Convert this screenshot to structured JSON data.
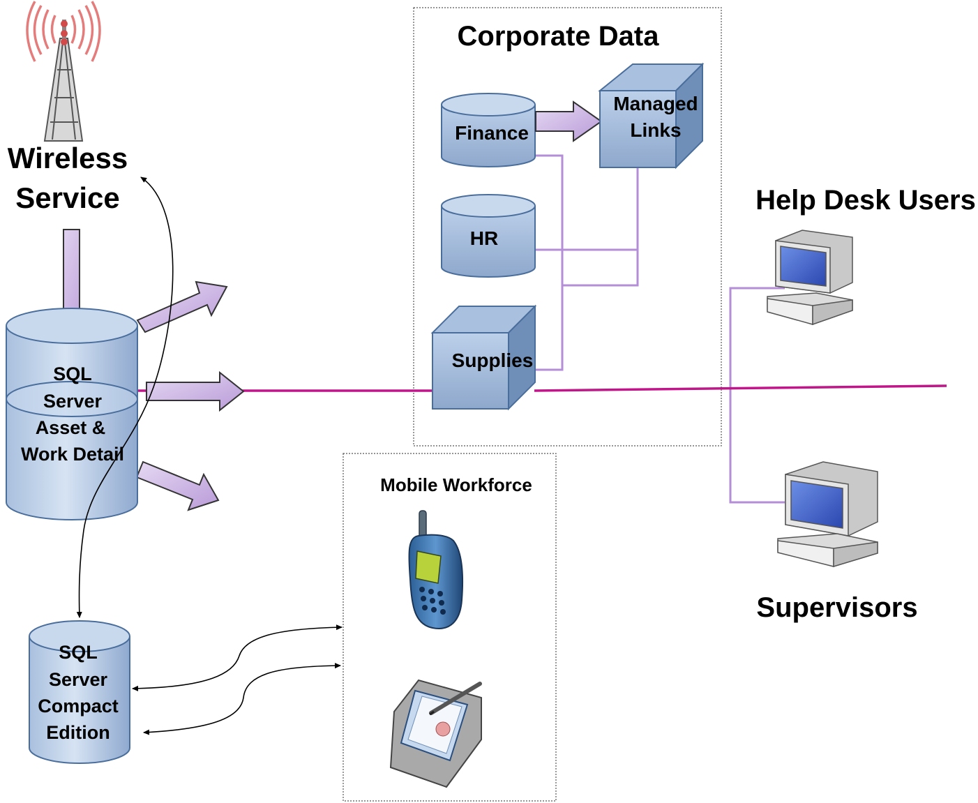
{
  "wireless": {
    "line1": "Wireless",
    "line2": "Service"
  },
  "sql_server": {
    "line1": "SQL",
    "line2": "Server",
    "line3": "Asset &",
    "line4": "Work Detail"
  },
  "sql_compact": {
    "line1": "SQL",
    "line2": "Server",
    "line3": "Compact",
    "line4": "Edition"
  },
  "corporate": {
    "title": "Corporate Data",
    "finance": "Finance",
    "managed_line1": "Managed",
    "managed_line2": "Links",
    "hr": "HR",
    "supplies": "Supplies"
  },
  "mobile": {
    "title": "Mobile Workforce"
  },
  "help_desk": {
    "title": "Help Desk Users"
  },
  "supervisors": {
    "title": "Supervisors"
  },
  "colors": {
    "cylinder_fill": "#b9cde6",
    "cylinder_stroke": "#4a6e9c",
    "block_arrow": "#d4bfe8",
    "connector_purple": "#b48ed6",
    "network_line": "#c0168a"
  }
}
